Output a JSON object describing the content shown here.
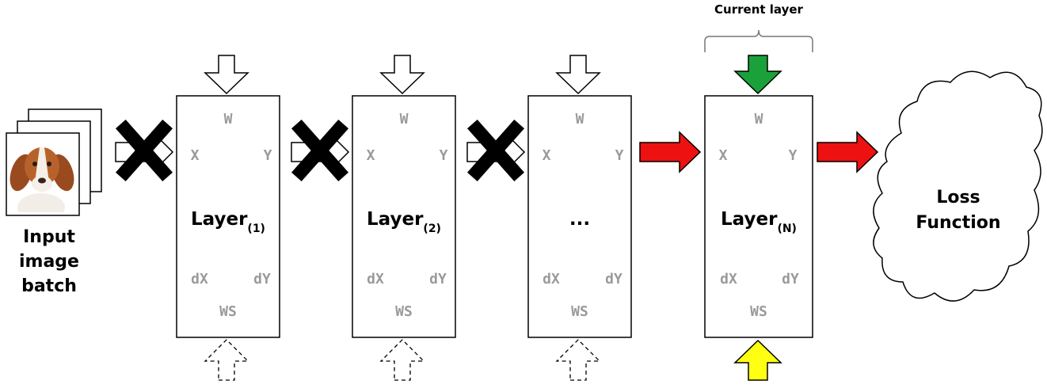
{
  "input": {
    "label_lines": [
      "Input",
      "image",
      "batch"
    ]
  },
  "current_layer_label": "Current layer",
  "layers": [
    {
      "name": "Layer",
      "sub": "(1)",
      "w": "W",
      "x": "X",
      "y": "Y",
      "dx": "dX",
      "dy": "dY",
      "ws": "WS"
    },
    {
      "name": "Layer",
      "sub": "(2)",
      "w": "W",
      "x": "X",
      "y": "Y",
      "dx": "dX",
      "dy": "dY",
      "ws": "WS"
    },
    {
      "name": "...",
      "sub": "",
      "w": "W",
      "x": "X",
      "y": "Y",
      "dx": "dX",
      "dy": "dY",
      "ws": "WS"
    },
    {
      "name": "Layer",
      "sub": "(N)",
      "w": "W",
      "x": "X",
      "y": "Y",
      "dx": "dX",
      "dy": "dY",
      "ws": "WS"
    }
  ],
  "loss": {
    "label_lines": [
      "Loss",
      "Function"
    ]
  },
  "colors": {
    "forward_arrow": "#ee1111",
    "current_weight_arrow": "#1aa13a",
    "current_gradient_arrow": "#ffff11",
    "cross": "#000000",
    "faded_text": "#9a9a9a"
  },
  "icons": {
    "input_images": "dog-photo-stack",
    "blocked": "cross-icon",
    "loss": "cloud-shape"
  }
}
